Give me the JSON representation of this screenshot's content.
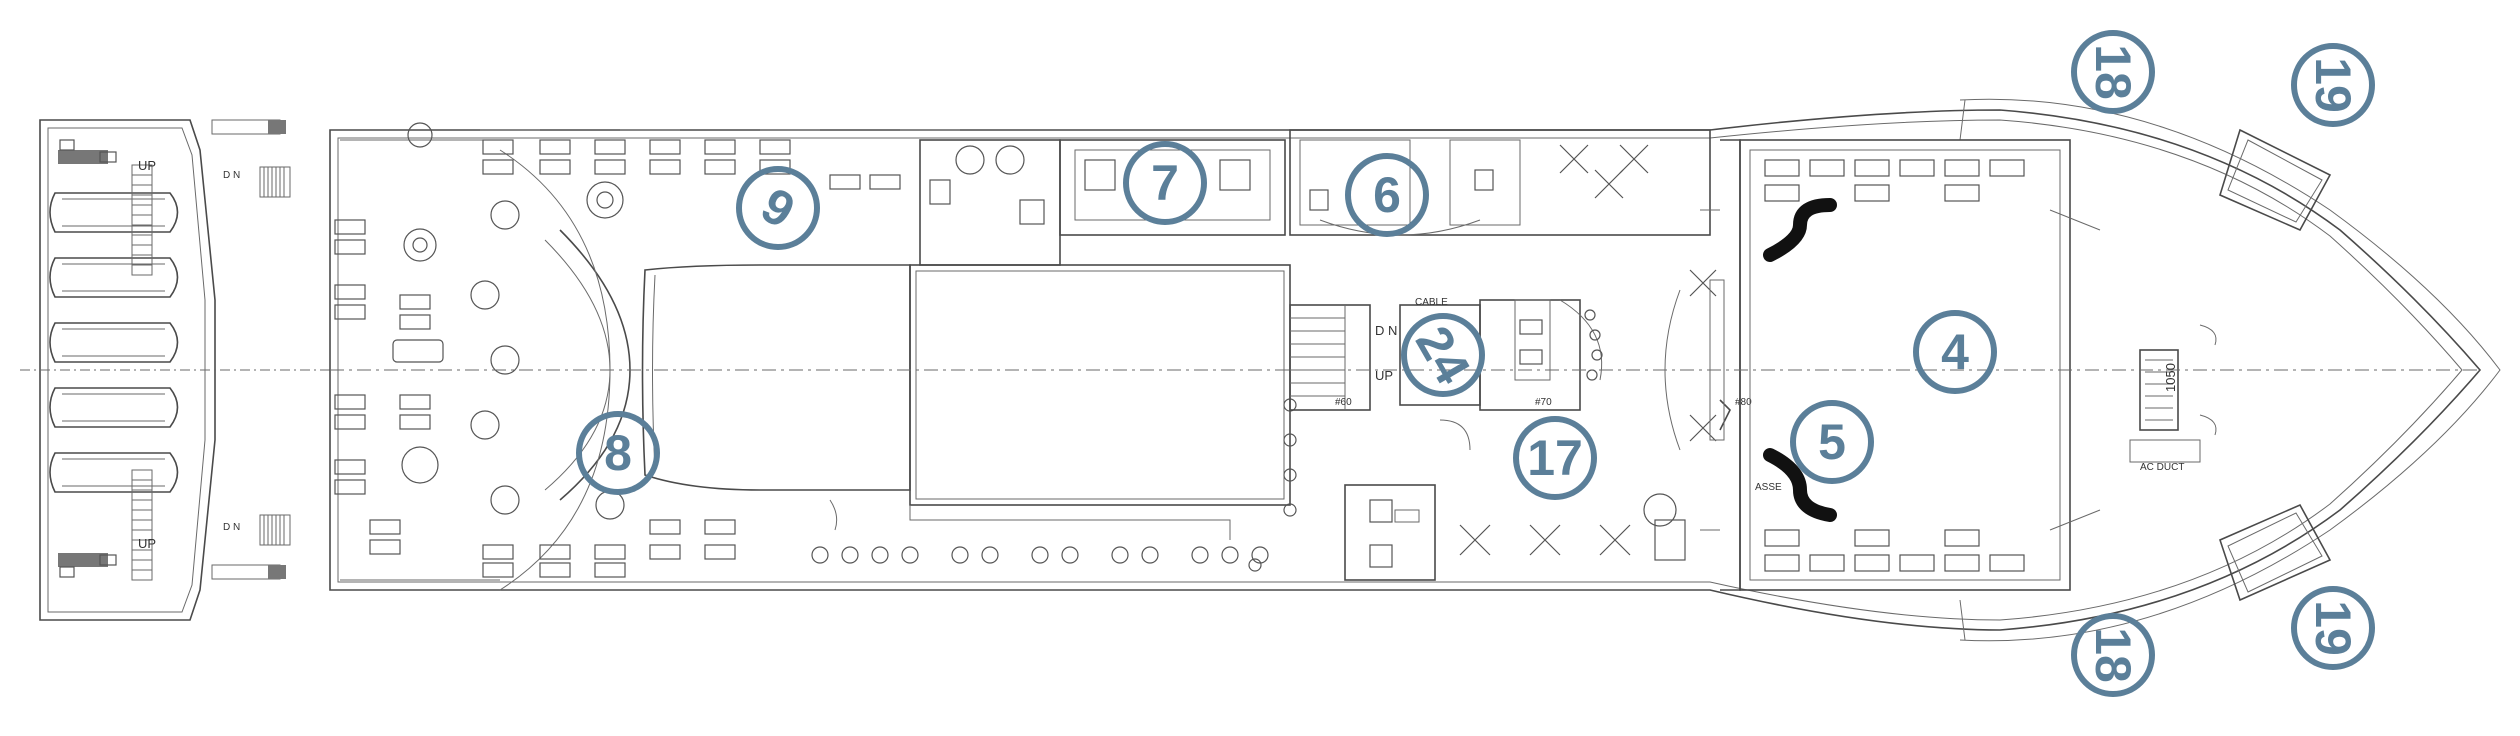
{
  "markers": [
    {
      "id": "18a",
      "label": "18",
      "rotate": 90
    },
    {
      "id": "19a",
      "label": "19",
      "rotate": 90
    },
    {
      "id": "9",
      "label": "9",
      "rotate": 0
    },
    {
      "id": "7",
      "label": "7",
      "rotate": 0
    },
    {
      "id": "6",
      "label": "6",
      "rotate": 0
    },
    {
      "id": "24",
      "label": "24",
      "rotate": 0
    },
    {
      "id": "4",
      "label": "4",
      "rotate": 0
    },
    {
      "id": "5",
      "label": "5",
      "rotate": 0
    },
    {
      "id": "8",
      "label": "8",
      "rotate": 0
    },
    {
      "id": "17",
      "label": "17",
      "rotate": 0
    },
    {
      "id": "18b",
      "label": "18",
      "rotate": 90
    },
    {
      "id": "19b",
      "label": "19",
      "rotate": 90
    }
  ],
  "labels": {
    "up_top": "UP",
    "up_bottom": "UP",
    "dn_top": "D N",
    "dn_bottom": "D N",
    "stair_dn": "D N",
    "stair_up": "UP",
    "cable": "CABLE",
    "ac_duct": "AC DUCT",
    "dim_1050": "1050",
    "asse": "ASSE",
    "room_60": "#60",
    "room_70": "#70",
    "room_80": "#80"
  },
  "colors": {
    "marker": "#5b7f99",
    "line": "#4a4a4a",
    "accent_black": "#111111"
  }
}
